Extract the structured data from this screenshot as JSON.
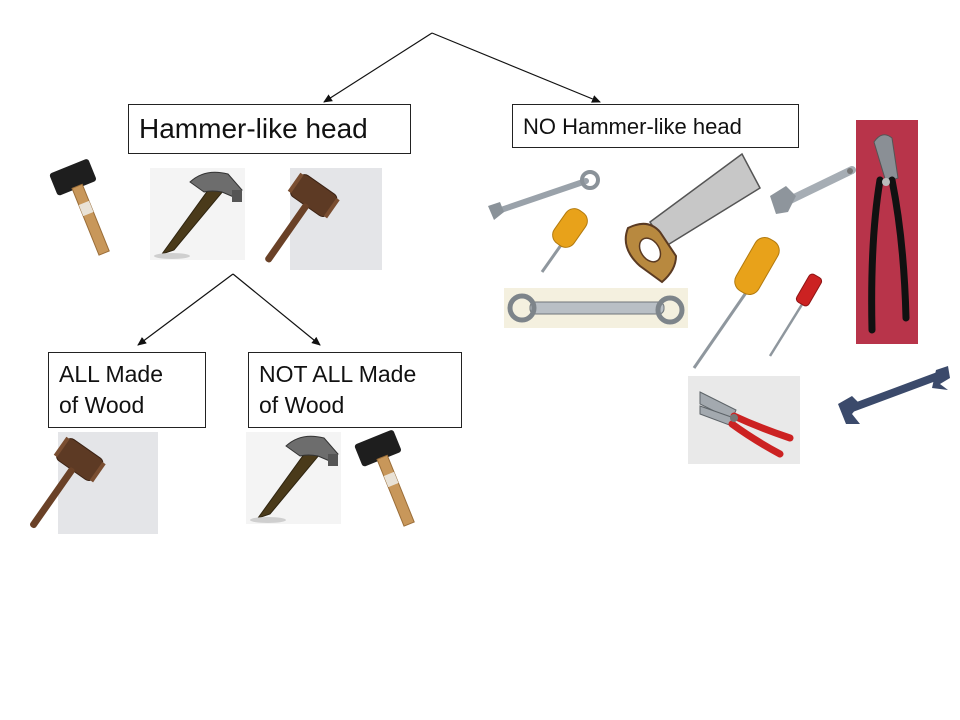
{
  "nodes": {
    "root_left": {
      "label": "Hammer-like head"
    },
    "root_right": {
      "label": "NO Hammer-like head"
    },
    "wood": {
      "lines": [
        "ALL Made",
        "of Wood"
      ]
    },
    "not_wood": {
      "lines": [
        "NOT ALL Made",
        "of Wood"
      ]
    }
  },
  "tools": [
    "mallet-icon",
    "claw-hammer-icon",
    "gavel-icon",
    "gavel-icon",
    "claw-hammer-icon",
    "mallet-icon",
    "combination-wrench-icon",
    "screwdriver-icon",
    "saw-icon",
    "adjustable-wrench-icon",
    "pliers-icon",
    "box-wrench-icon",
    "screwdriver-icon",
    "small-screwdriver-icon",
    "slip-joint-pliers-icon",
    "open-end-wrench-icon"
  ],
  "colors": {
    "wood": "#c8975a",
    "dark_wood": "#5a3a22",
    "steel": "#9aa2aa",
    "orange_handle": "#e8a21a",
    "red_handle": "#cc2222",
    "navy_wrench": "#3b4a6b",
    "pliers_bg": "#b8344a"
  }
}
